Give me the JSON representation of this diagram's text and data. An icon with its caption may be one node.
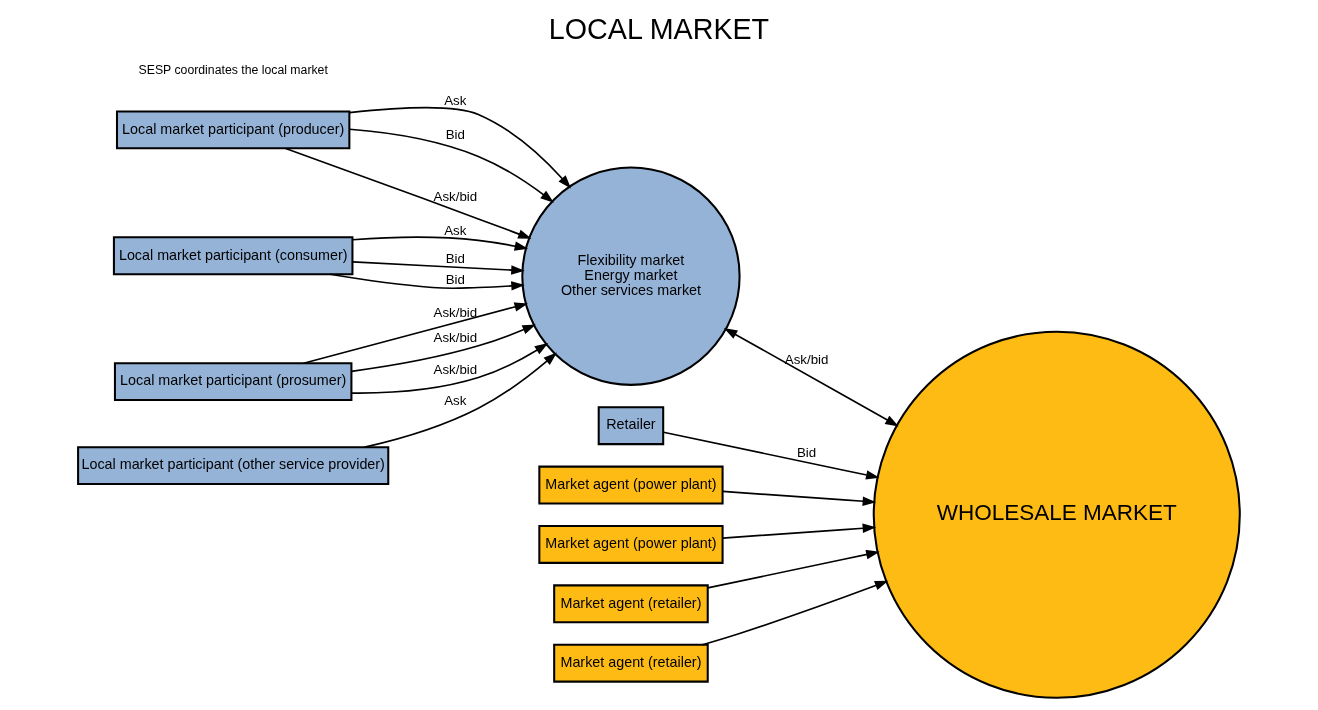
{
  "diagram": {
    "title": "LOCAL MARKET",
    "nodes": [
      {
        "text": [
          "Local market participant (producer)"
        ]
      },
      {
        "text": [
          "Local market participant (consumer)"
        ]
      },
      {
        "text": [
          "Local market participant (prosumer)"
        ]
      },
      {
        "text": [
          "Local market participant (other service provider)"
        ]
      },
      {
        "text": [
          "Flexibility market",
          "Energy market",
          "Other services market"
        ]
      },
      {
        "text": [
          "Retailer"
        ]
      },
      {
        "text": [
          "Market agent (power plant)"
        ]
      },
      {
        "text": [
          "Market agent (power plant)"
        ]
      },
      {
        "text": [
          "Market agent (retailer)"
        ]
      },
      {
        "text": [
          "Market agent (retailer)"
        ]
      },
      {
        "text": [
          "WHOLESALE MARKET"
        ]
      }
    ],
    "edges": [
      {
        "from": 0,
        "to": 4,
        "arrow": "to",
        "label": "Ask"
      },
      {
        "from": 0,
        "to": 4,
        "arrow": "to",
        "label": "Bid"
      },
      {
        "from": 0,
        "to": 4,
        "arrow": "to",
        "label": "Ask/bid"
      },
      {
        "from": 1,
        "to": 4,
        "arrow": "to",
        "label": "Ask"
      },
      {
        "from": 1,
        "to": 4,
        "arrow": "to",
        "label": "Bid"
      },
      {
        "from": 1,
        "to": 4,
        "arrow": "to",
        "label": "Bid"
      },
      {
        "from": 2,
        "to": 4,
        "arrow": "to",
        "label": "Ask/bid"
      },
      {
        "from": 2,
        "to": 4,
        "arrow": "to",
        "label": "Ask/bid"
      },
      {
        "from": 2,
        "to": 4,
        "arrow": "to",
        "label": "Ask/bid"
      },
      {
        "from": 3,
        "to": 4,
        "arrow": "to",
        "label": "Ask"
      },
      {
        "from": 4,
        "to": 10,
        "arrow": "both",
        "label": "Ask/bid"
      },
      {
        "from": 5,
        "to": 10,
        "arrow": "to",
        "label": "Bid"
      },
      {
        "from": 6,
        "to": 10,
        "arrow": "to"
      },
      {
        "from": 7,
        "to": 10,
        "arrow": "to"
      },
      {
        "from": 8,
        "to": 10,
        "arrow": "to"
      },
      {
        "from": 9,
        "to": 10,
        "arrow": "to"
      }
    ],
    "labels": [
      "SESP coordinates the local market"
    ]
  }
}
